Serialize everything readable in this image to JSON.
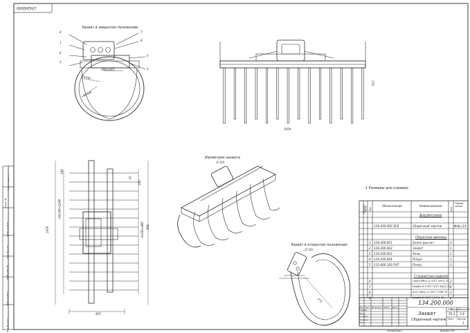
{
  "doc_number_top": "134200000",
  "views": {
    "closed_title": "Захват в закрытом положении",
    "open_title": "Захват в открытом положении",
    "iso_title": "Изометрия захвата",
    "iso_scale": "(1:10)",
    "open_scale": "(1:10)"
  },
  "dims": {
    "front_width": "1054",
    "front_height": "576",
    "plan_width": "455",
    "plan_height": "1976",
    "plan_a": "160",
    "plan_b": "10",
    "plan_c": "160",
    "plan_d": "14x160=2240",
    "plan_e": "3x160=480",
    "plan_f": "856",
    "open_r": "472",
    "closed_a": "R1430",
    "closed_b": "R2500",
    "closed_c": "160x10/3"
  },
  "callouts": {
    "left": [
      "4",
      "1",
      "6",
      "3"
    ],
    "right": [
      "7",
      "8",
      "5",
      "2"
    ],
    "right_small": [
      "ГОСТ",
      "5х30"
    ]
  },
  "notes": {
    "note1": "1  Размеры для справок."
  },
  "spec": {
    "headers": [
      "Формат",
      "Зона",
      "Поз.",
      "Обозначение",
      "Наименование",
      "Кол.",
      "Приме-чание"
    ],
    "section_docs": "Документация",
    "section_units": "Сборочные единицы",
    "section_std": "Стандартные изделия",
    "doc_row": {
      "des": "134.200.000 ЗСБ",
      "name": "Сборочный чертеж",
      "note": "Ф/ф=1А"
    },
    "rows": [
      {
        "pos": "1",
        "des": "134.200.001",
        "name": "Балка (рычаг)",
        "qty": "2"
      },
      {
        "pos": "2",
        "des": "134.200.002",
        "name": "Захват",
        "qty": "1"
      },
      {
        "pos": "3",
        "des": "134.200.003",
        "name": "Ролы",
        "qty": "1"
      },
      {
        "pos": "4",
        "des": "134.200.004",
        "name": "Опора",
        "qty": "1"
      },
      {
        "pos": "5",
        "des": "133.800.100 ПАТ",
        "name": "Полку",
        "qty": "2"
      }
    ],
    "std_rows": [
      {
        "pos": "6",
        "name": "Гайка М6х1,5 ГОСТ 5915-70",
        "qty": "2"
      },
      {
        "pos": "7",
        "name": "Шайба 6 Л 65Г ГОСТ 6402-70",
        "qty": "2"
      },
      {
        "pos": "8",
        "name": "Болт М6х1,5 ГОСТ 7798-70",
        "qty": "2"
      },
      {
        "pos": "9",
        "name": "Шайба 6 ГОСТ 11371-78",
        "qty": "2"
      }
    ]
  },
  "title_block": {
    "number": "134.200.000",
    "name_line1": "Захват",
    "name_line2": "Сборочный чертеж",
    "lit_header": "Лит.",
    "mass_header": "Масса",
    "scale_header": "Масштаб",
    "mass": "50,2",
    "scale": "1:4",
    "sheet": "Лист",
    "sheets": "Листов",
    "sheets_val": "1",
    "roles": [
      "Изм",
      "Лист",
      "№ докум.",
      "Подп.",
      "Дата",
      "Разраб.",
      "Пров.",
      "Т.контр.",
      "Н.контр.",
      "Утв."
    ],
    "copied": "Копировал",
    "format": "Формат  А3"
  },
  "side_stamp": [
    "Перв. примен.",
    "Справ. №",
    "Подп. и дата",
    "Инв. № дубл.",
    "Взам. инв. №",
    "Подп. и дата",
    "Инв. № подл."
  ]
}
